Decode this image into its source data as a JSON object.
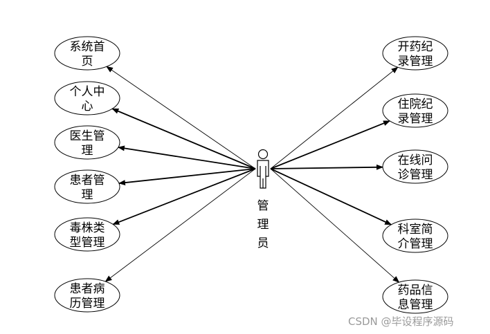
{
  "actor": {
    "label": "管理员"
  },
  "use_cases_left": [
    {
      "label": "系统首页",
      "lines": [
        "系统首",
        "页"
      ]
    },
    {
      "label": "个人中心",
      "lines": [
        "个人中",
        "心"
      ]
    },
    {
      "label": "医生管理",
      "lines": [
        "医生管",
        "理"
      ]
    },
    {
      "label": "患者管理",
      "lines": [
        "患者管",
        "理"
      ]
    },
    {
      "label": "毒株类型管理",
      "lines": [
        "毒株类",
        "型管理"
      ]
    },
    {
      "label": "患者病历管理",
      "lines": [
        "患者病",
        "历管理"
      ]
    }
  ],
  "use_cases_right": [
    {
      "label": "开药纪录管理",
      "lines": [
        "开药纪",
        "录管理"
      ]
    },
    {
      "label": "住院纪录管理",
      "lines": [
        "住院纪",
        "录管理"
      ]
    },
    {
      "label": "在线问诊管理",
      "lines": [
        "在线问",
        "诊管理"
      ]
    },
    {
      "label": "科室简介管理",
      "lines": [
        "科室简",
        "介管理"
      ]
    },
    {
      "label": "药品信息管理",
      "lines": [
        "药品信",
        "息管理"
      ]
    }
  ],
  "watermark": "CSDN @毕设程序源码"
}
